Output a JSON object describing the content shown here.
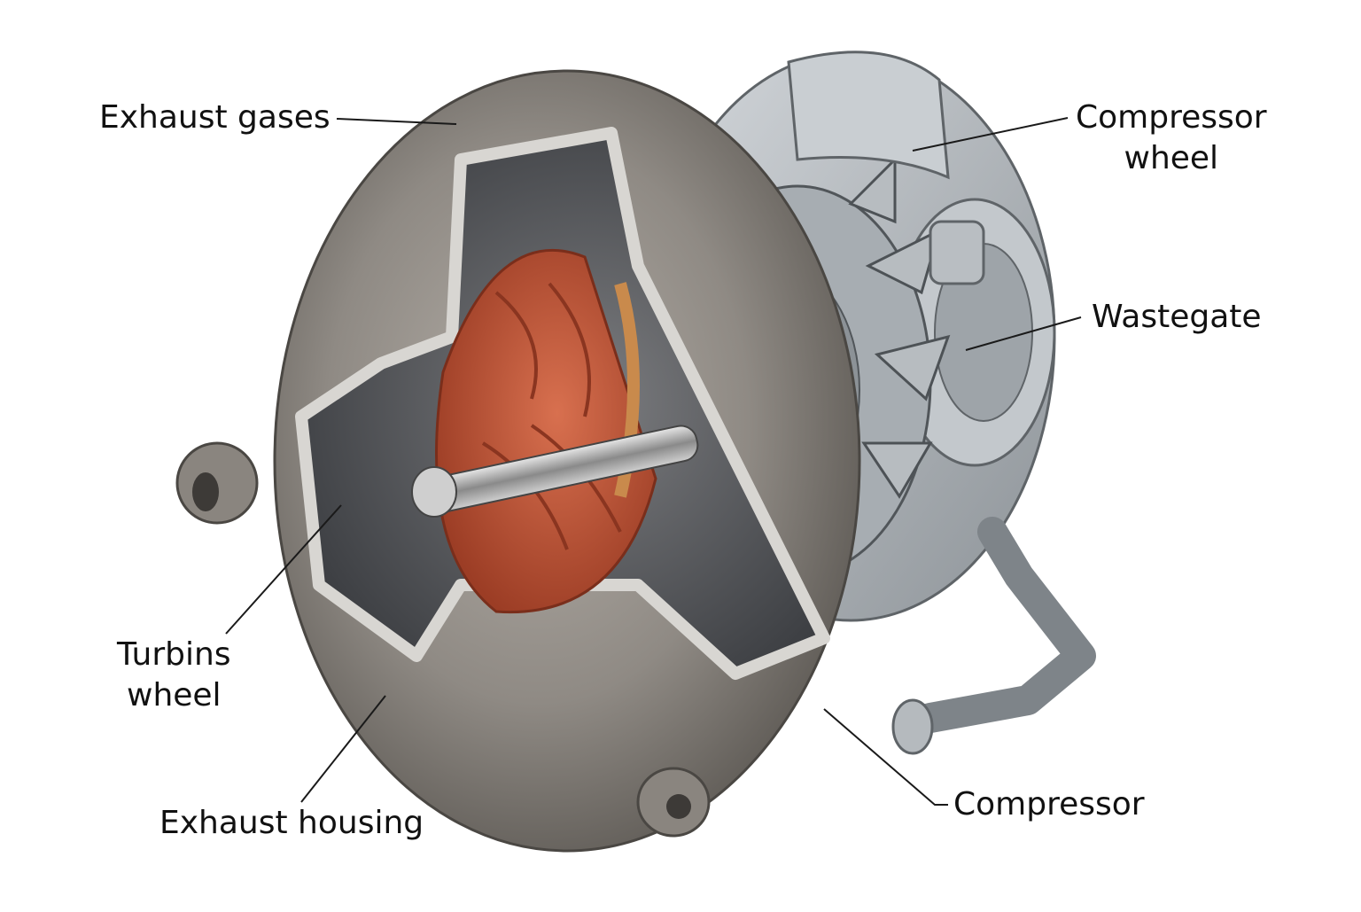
{
  "diagram": {
    "labels": {
      "exhaust_gases": "Exhaust gases",
      "compressor_wheel": [
        "Compressor",
        "wheel"
      ],
      "wastegate": "Wastegate",
      "turbins_wheel": [
        "Turbins",
        "wheel"
      ],
      "exhaust_housing": "Exhaust housing",
      "compressor": "Compressor"
    }
  },
  "colors": {
    "housing": "#8f8a84",
    "turbine": "#c8573a",
    "compressor_body": "#aeb3b7",
    "text": "#111111"
  }
}
